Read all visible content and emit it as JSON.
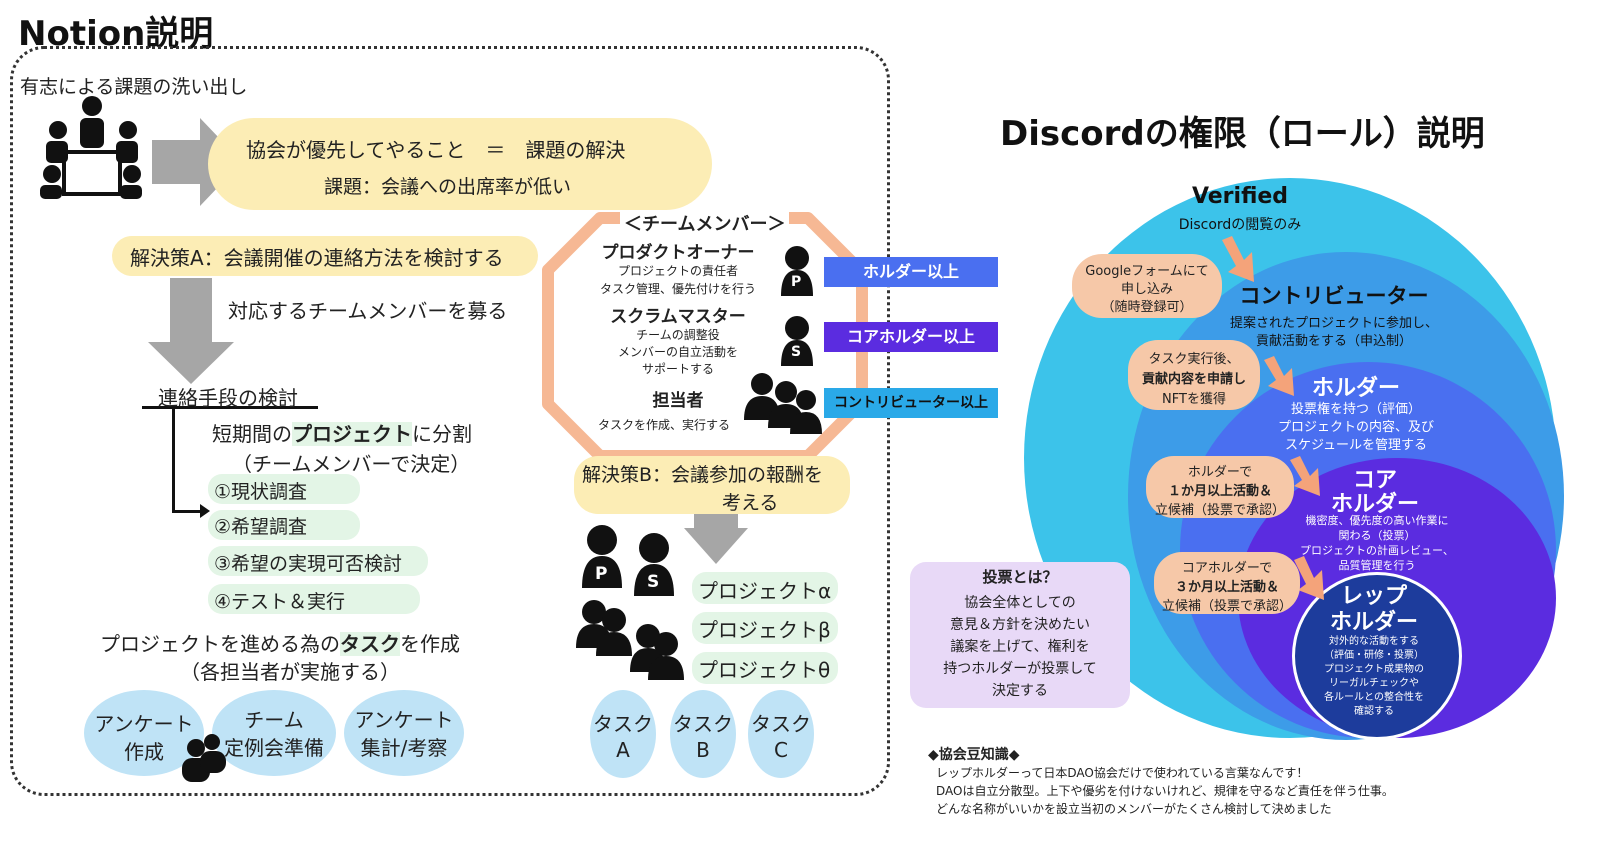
{
  "notion": {
    "title": "Notion説明",
    "volunteer_label": "有志による課題の洗い出し",
    "priority_line1": "協会が優先してやること　＝　課題の解決",
    "priority_line2": "課題：会議への出席率が低い",
    "solution_a": "解決策A：会議開催の連絡方法を検討する",
    "recruit_label": "対応するチームメンバーを募る",
    "contact_method": "連絡手段の検討",
    "split_line1_pre": "短期間の",
    "split_line1_bold": "プロジェクト",
    "split_line1_post": "に分割",
    "split_line2": "（チームメンバーで決定）",
    "steps": [
      "①現状調査",
      "②希望調査",
      "③希望の実現可否検討",
      "④テスト＆実行"
    ],
    "task_line1_pre": "プロジェクトを進める為の",
    "task_line1_bold": "タスク",
    "task_line1_post": "を作成",
    "task_line2": "（各担当者が実施する）",
    "tasks_left": [
      {
        "l1": "アンケート",
        "l2": "作成"
      },
      {
        "l1": "チーム",
        "l2": "定例会準備"
      },
      {
        "l1": "アンケート",
        "l2": "集計/考察"
      }
    ],
    "team_header": "＜チームメンバー＞",
    "members": [
      {
        "title": "プロダクトオーナー",
        "d1": "プロジェクトの責任者",
        "d2": "タスク管理、優先付けを行う",
        "d3": ""
      },
      {
        "title": "スクラムマスター",
        "d1": "チームの調整役",
        "d2": "メンバーの自立活動を",
        "d3": "サポートする"
      },
      {
        "title": "担当者",
        "d1": "タスクを作成、実行する",
        "d2": "",
        "d3": ""
      }
    ],
    "badge_p": "P",
    "badge_s": "S",
    "solution_b_line1": "解決策B：会議参加の報酬を",
    "solution_b_line2": "考える",
    "projects": [
      "プロジェクトα",
      "プロジェクトβ",
      "プロジェクトθ"
    ],
    "tasks_right": [
      {
        "l1": "タスク",
        "l2": "A"
      },
      {
        "l1": "タスク",
        "l2": "B"
      },
      {
        "l1": "タスク",
        "l2": "C"
      }
    ],
    "role_labels": [
      "ホルダー以上",
      "コアホルダー以上",
      "コントリビューター以上"
    ]
  },
  "discord": {
    "title": "Discordの権限（ロール）説明",
    "verified_title": "Verified",
    "verified_desc": "Discordの閲覧のみ",
    "google_form": [
      "Googleフォームにて",
      "申し込み",
      "（随時登録可）"
    ],
    "contributor_title": "コントリビューター",
    "contributor_desc": [
      "提案されたプロジェクトに参加し、",
      "貢献活動をする（申込制）"
    ],
    "task_apply": [
      "タスク実行後、",
      "貢献内容を申請し",
      "NFTを獲得"
    ],
    "holder_title": "ホルダー",
    "holder_desc": [
      "投票権を持つ（評価）",
      "プロジェクトの内容、及び",
      "スケジュールを管理する"
    ],
    "holder_req": [
      "ホルダーで",
      "１か月以上活動＆",
      "立候補（投票で承認）"
    ],
    "core_title1": "コア",
    "core_title2": "ホルダー",
    "core_desc": [
      "機密度、優先度の高い作業に",
      "関わる（投票）",
      "プロジェクトの計画レビュー、",
      "品質管理を行う"
    ],
    "core_req": [
      "コアホルダーで",
      "３か月以上活動＆",
      "立候補（投票で承認）"
    ],
    "rep_title1": "レップ",
    "rep_title2": "ホルダー",
    "rep_desc": [
      "対外的な活動をする",
      "（評価・研修・投票）",
      "プロジェクト成果物の",
      "リーガルチェックや",
      "各ルールとの整合性を",
      "確認する"
    ],
    "vote_title": "投票とは？",
    "vote_desc": [
      "協会全体としての",
      "意見＆方針を決めたい",
      "議案を上げて、権利を",
      "持つホルダーが投票して",
      "決定する"
    ],
    "trivia_title": "◆協会豆知識◆",
    "trivia_lines": [
      "レップホルダーって日本DAO協会だけで使われている言葉なんです！",
      "DAOは自立分散型。上下や優劣を付けないけれど、規律を守るなど責任を伴う仕事。",
      "どんな名称がいいかを設立当初のメンバーがたくさん検討して決めました"
    ]
  },
  "colors": {
    "yellow": "#fcedb5",
    "green": "#e3f5e6",
    "light_blue": "#bfe3f6",
    "peach": "#f6c8a8",
    "holder_blue": "#4a6ff0",
    "core_purple": "#5b2ce0",
    "contrib_blue": "#2aa9e8",
    "lavender": "#e8d9f7"
  }
}
